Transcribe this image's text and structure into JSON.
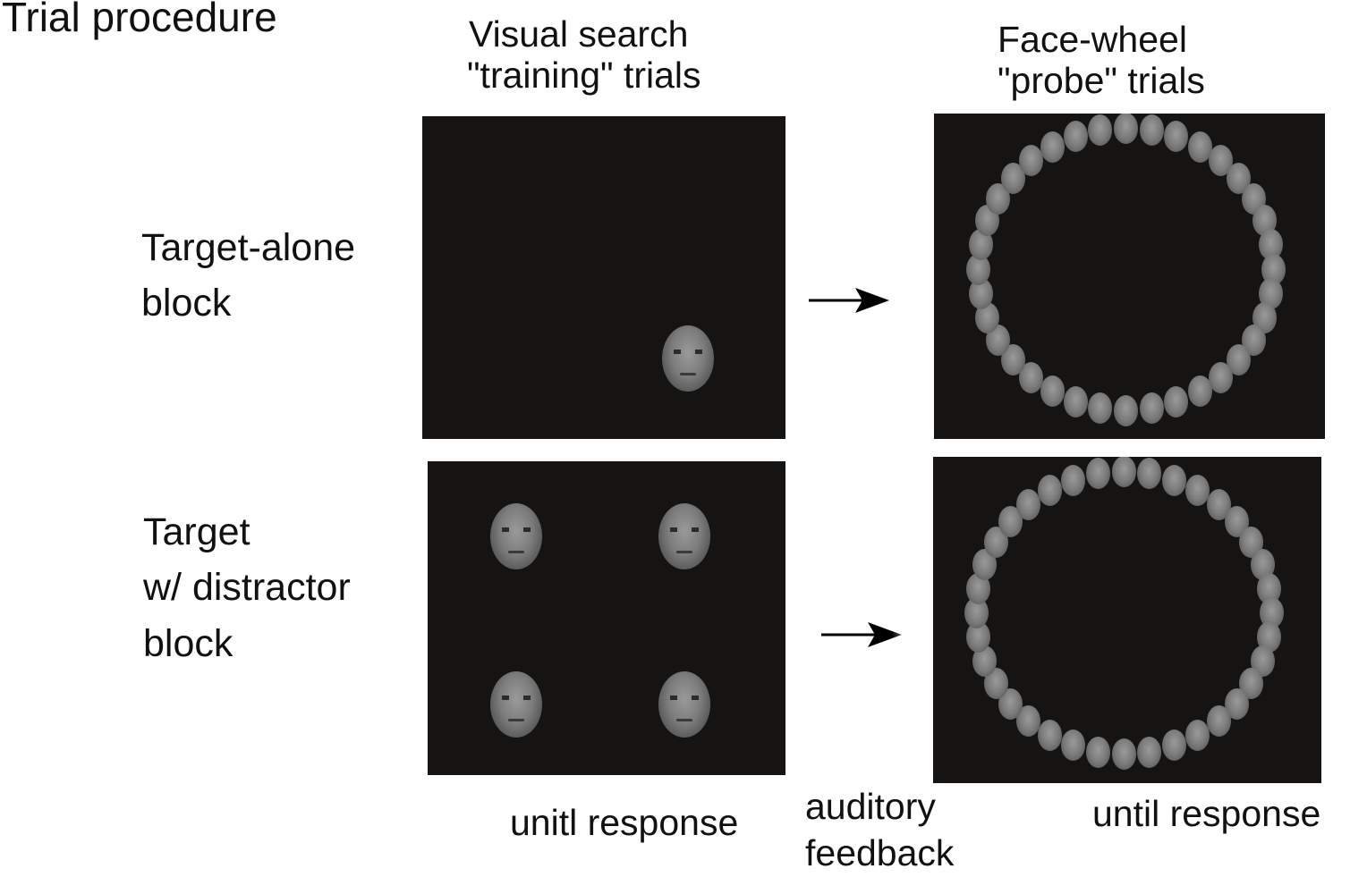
{
  "title": "Trial procedure",
  "columns": {
    "visual_search": {
      "line1": "Visual search",
      "line2": "\"training\" trials"
    },
    "face_wheel": {
      "line1": "Face-wheel",
      "line2": "\"probe\" trials"
    }
  },
  "rows": {
    "target_alone": {
      "line1": "Target-alone",
      "line2": "block"
    },
    "target_distractor": {
      "line1": "Target",
      "line2": "w/ distractor",
      "line3": "block"
    }
  },
  "captions": {
    "search_timing": "unitl response",
    "feedback_line1": "auditory",
    "feedback_line2": "feedback",
    "wheel_timing": "until response"
  },
  "wheel": {
    "face_count": 36
  },
  "colors": {
    "panel_background": "#151413",
    "text": "#111111"
  },
  "icons": [
    "right-arrow-icon",
    "face-stimulus-icon"
  ]
}
